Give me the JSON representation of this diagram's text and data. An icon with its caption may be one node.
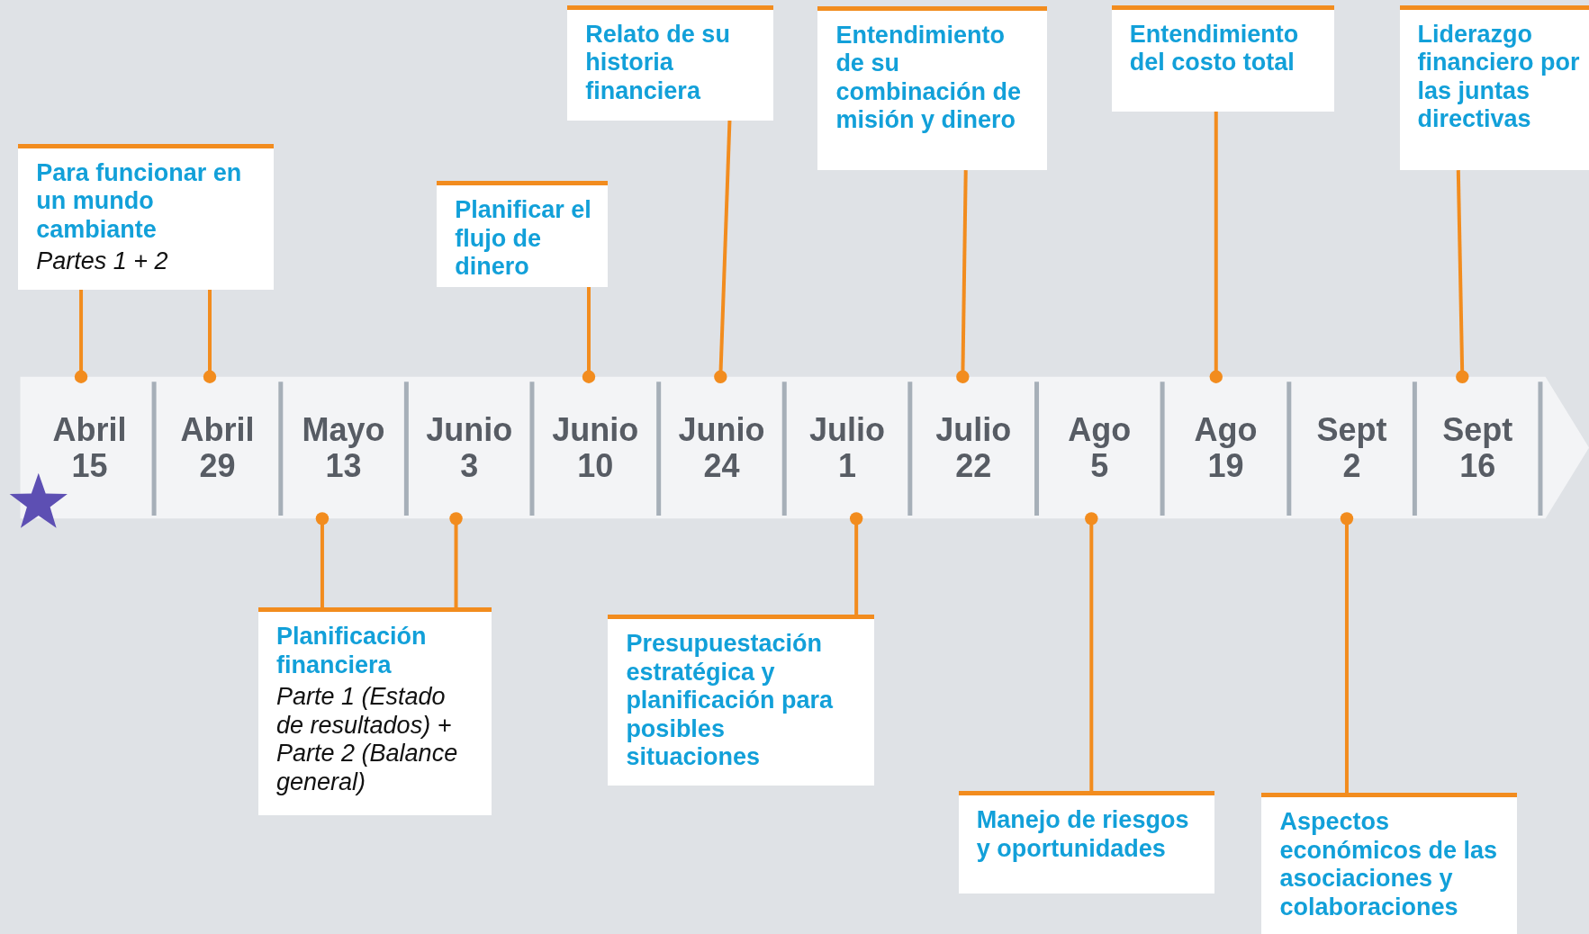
{
  "diagram": {
    "nodes": [
      {
        "text": [
          "Para funcionar en un mundo cambiante",
          "Partes 1  + 2"
        ]
      },
      {
        "text": [
          "Planificar el flujo de dinero"
        ]
      },
      {
        "text": [
          "Relato de su historia financiera"
        ]
      },
      {
        "text": [
          "Entendimiento de su combinación de misión y dinero"
        ]
      },
      {
        "text": [
          "Entendimiento del costo total"
        ]
      },
      {
        "text": [
          "Liderazgo financiero por las juntas directivas"
        ]
      },
      {
        "text": [
          "Abril 15"
        ]
      },
      {
        "text": [
          "Abril 29"
        ]
      },
      {
        "text": [
          "Mayo 13"
        ]
      },
      {
        "text": [
          "Junio 3"
        ]
      },
      {
        "text": [
          "Junio 10"
        ]
      },
      {
        "text": [
          "Junio 24"
        ]
      },
      {
        "text": [
          "Julio 1"
        ]
      },
      {
        "text": [
          "Julio 22"
        ]
      },
      {
        "text": [
          "Ago 5"
        ]
      },
      {
        "text": [
          "Ago 19"
        ]
      },
      {
        "text": [
          "Sept 2"
        ]
      },
      {
        "text": [
          "Sept 16"
        ]
      },
      {
        "text": [
          "Planificación financiera",
          "Parte 1 (Estado de resultados) + Parte 2 (Balance general)"
        ]
      },
      {
        "text": [
          "Presupuestación estratégica y planificación para posibles situaciones"
        ]
      },
      {
        "text": [
          "Manejo de riesgos y oportunidades"
        ]
      },
      {
        "text": [
          "Aspectos económicos de las asociaciones y colaboraciones"
        ]
      }
    ],
    "edges": [
      {
        "from": 0,
        "to": 6,
        "arrow": "other"
      },
      {
        "from": 0,
        "to": 7,
        "arrow": "other"
      },
      {
        "from": 1,
        "to": 10,
        "arrow": "other"
      },
      {
        "from": 2,
        "to": 11,
        "arrow": "other"
      },
      {
        "from": 3,
        "to": 13,
        "arrow": "other"
      },
      {
        "from": 4,
        "to": 15,
        "arrow": "other"
      },
      {
        "from": 5,
        "to": 17,
        "arrow": "other"
      },
      {
        "from": 18,
        "to": 8,
        "arrow": "other"
      },
      {
        "from": 18,
        "to": 9,
        "arrow": "other"
      },
      {
        "from": 19,
        "to": 12,
        "arrow": "other"
      },
      {
        "from": 20,
        "to": 14,
        "arrow": "other"
      },
      {
        "from": 21,
        "to": 16,
        "arrow": "other"
      }
    ]
  }
}
